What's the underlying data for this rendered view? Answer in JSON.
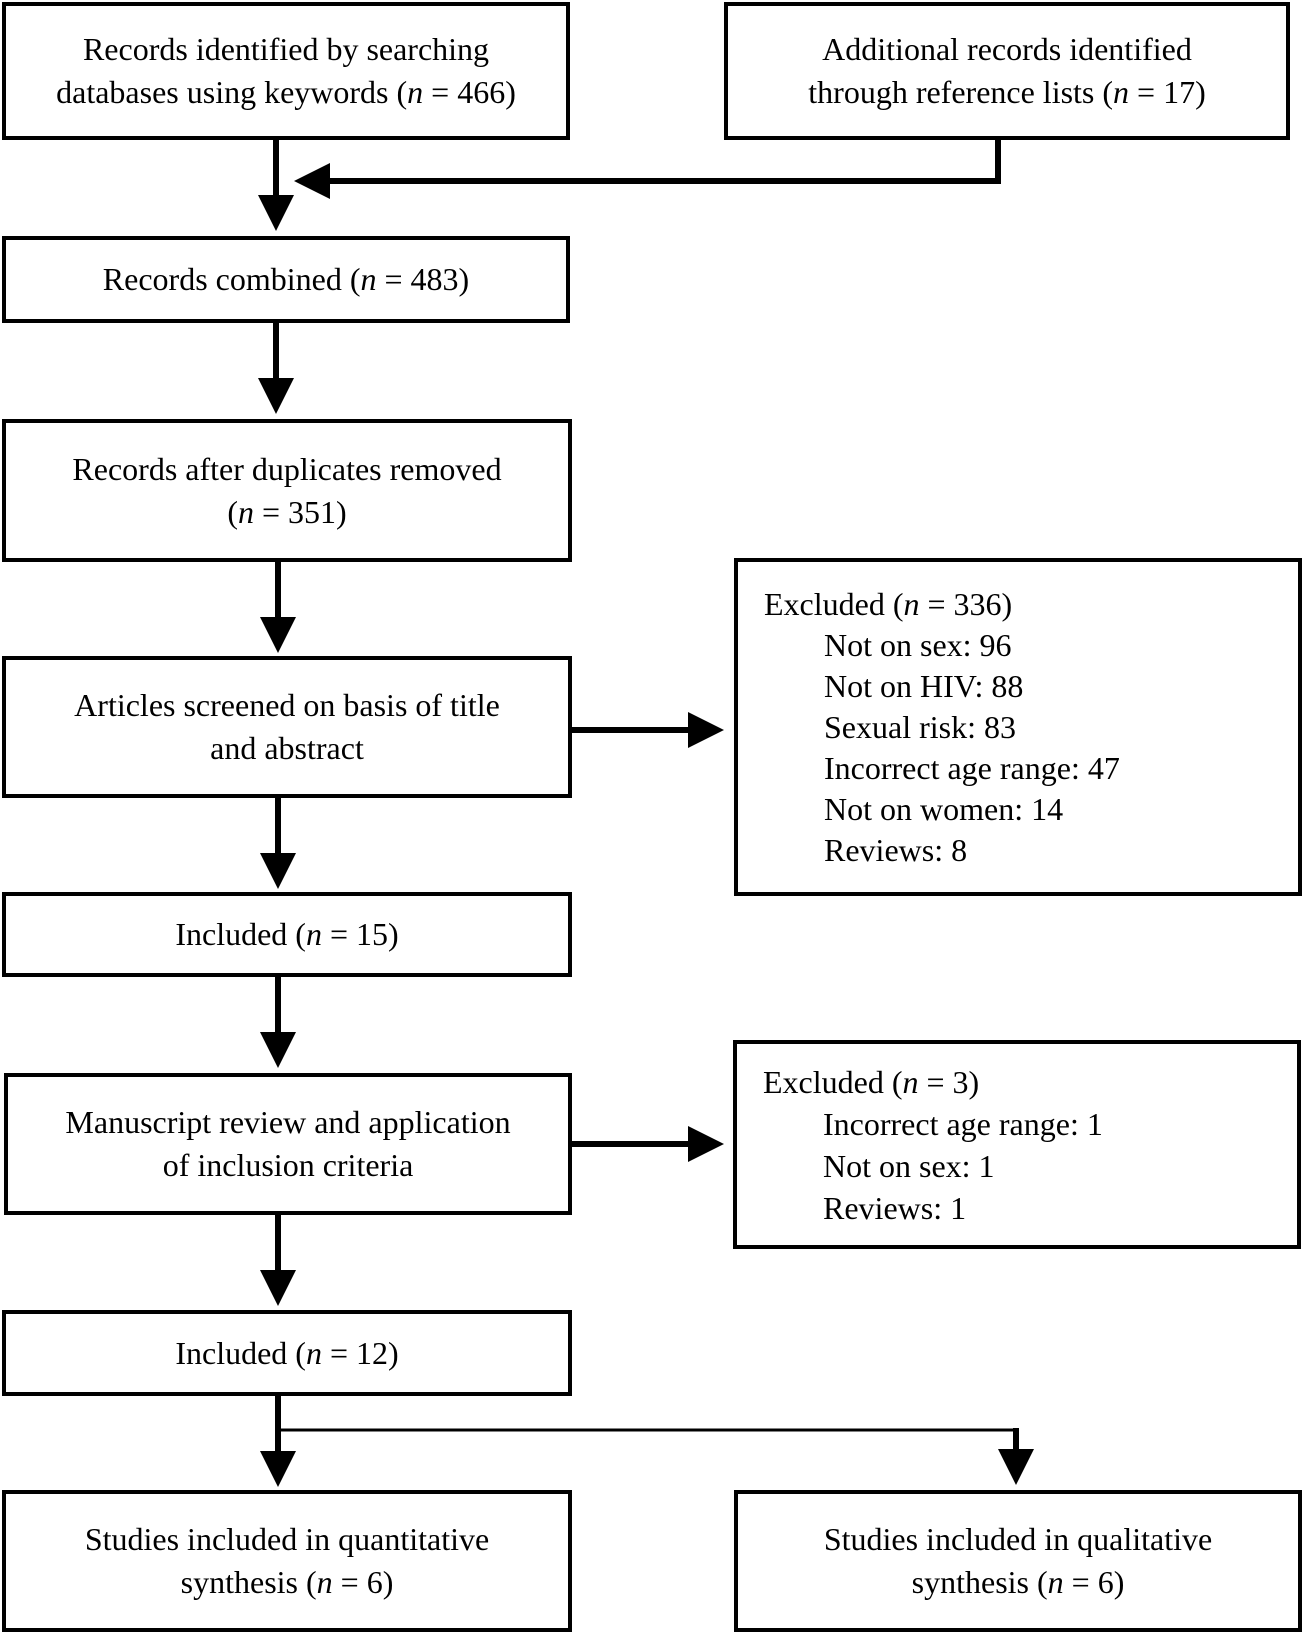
{
  "boxes": {
    "db_search": {
      "line1": "Records identified by searching",
      "line2_pre": "databases using keywords (",
      "n_var": "n",
      "line2_post": " = 466)"
    },
    "ref_lists": {
      "line1": "Additional records identified",
      "line2_pre": "through reference lists (",
      "n_var": "n",
      "line2_post": " = 17)"
    },
    "combined": {
      "pre": "Records combined (",
      "n_var": "n",
      "post": " = 483)"
    },
    "dedup": {
      "line1": "Records after duplicates removed",
      "line2_pre": "(",
      "n_var": "n",
      "line2_post": " = 351)"
    },
    "screened": {
      "line1": "Articles screened on basis of title",
      "line2": "and abstract"
    },
    "excluded1": {
      "head_pre": "Excluded (",
      "n_var": "n",
      "head_post": " = 336)",
      "items": [
        "Not on sex: 96",
        "Not on HIV: 88",
        "Sexual risk: 83",
        "Incorrect age range: 47",
        "Not on women: 14",
        "Reviews: 8"
      ]
    },
    "included1": {
      "pre": "Included (",
      "n_var": "n",
      "post": " = 15)"
    },
    "manuscript": {
      "line1": "Manuscript review and application",
      "line2": "of inclusion criteria"
    },
    "excluded2": {
      "head_pre": "Excluded (",
      "n_var": "n",
      "head_post": " = 3)",
      "items": [
        "Incorrect age range: 1",
        "Not on sex: 1",
        "Reviews: 1"
      ]
    },
    "included2": {
      "pre": "Included (",
      "n_var": "n",
      "post": " = 12)"
    },
    "quant": {
      "line1": "Studies included in quantitative",
      "line2_pre": "synthesis (",
      "n_var": "n",
      "line2_post": " = 6)"
    },
    "qual": {
      "line1": "Studies included in qualitative",
      "line2_pre": "synthesis (",
      "n_var": "n",
      "line2_post": " = 6)"
    }
  }
}
